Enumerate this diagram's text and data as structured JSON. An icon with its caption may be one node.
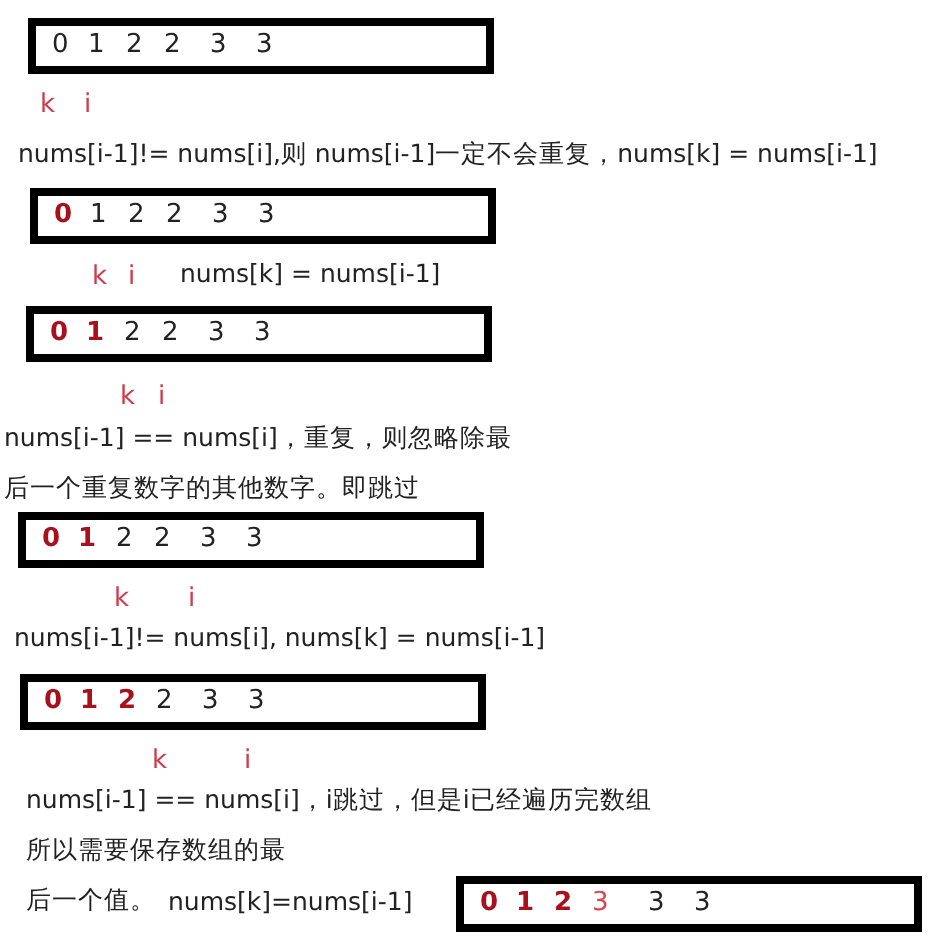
{
  "diagram": {
    "nodes": [
      {
        "text": [
          "0",
          "1",
          "2",
          "2",
          "3",
          "3"
        ]
      },
      {
        "text": [
          "0",
          "1",
          "2",
          "2",
          "3",
          "3"
        ]
      },
      {
        "text": [
          "0",
          "1",
          "2",
          "2",
          "3",
          "3"
        ]
      },
      {
        "text": [
          "0",
          "1",
          "2",
          "2",
          "3",
          "3"
        ]
      },
      {
        "text": [
          "0",
          "1",
          "2",
          "2",
          "3",
          "3"
        ]
      },
      {
        "text": [
          "0",
          "1",
          "2",
          "3",
          "3",
          "3"
        ]
      }
    ],
    "edges": [],
    "labels": [
      "k",
      "i",
      "nums[i-1]!= nums[i],则 nums[i-1]一定不会重复，nums[k] = nums[i-1]",
      "k",
      "i",
      "nums[k] = nums[i-1]",
      "k",
      "i",
      "nums[i-1] == nums[i]，重复，则忽略除最后一个重复数字的其他数字。即跳过",
      "k",
      "i",
      "nums[i-1]!= nums[i], nums[k] = nums[i-1]",
      "k",
      "i",
      "nums[i-1] == nums[i]，i跳过，但是i已经遍历完数组",
      "所以需要保存数组的最后一个值。",
      "nums[k]=nums[i-1]"
    ]
  }
}
